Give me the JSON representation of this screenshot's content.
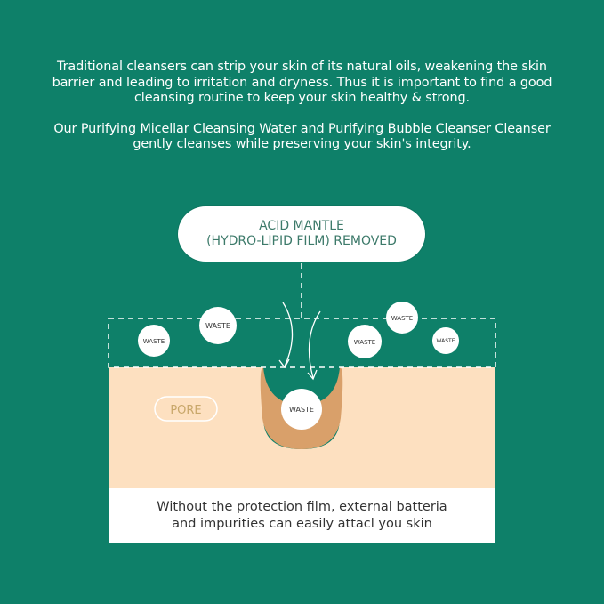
{
  "intro": {
    "paragraph1": "Traditional cleansers can strip your skin of its natural oils, weakening the skin barrier and leading to irritation and dryness. Thus it is important to find a good cleansing routine to keep your skin healthy & strong.",
    "paragraph2": "Our Purifying Micellar Cleansing Water and Purifying Bubble Cleanser Cleanser gently cleanses while preserving your skin's integrity."
  },
  "callout": {
    "line1": "ACID MANTLE",
    "line2": "(HYDRO-LIPID FILM) REMOVED"
  },
  "diagram": {
    "waste_label": "WASTE",
    "pore_label": "PORE"
  },
  "caption": {
    "line1": "Without the protection film, external batteria",
    "line2": "and impurities can easily attacl you skin"
  },
  "colors": {
    "background": "#0e8069",
    "skin": "#fde0c0",
    "pore_wall": "#d9a06a",
    "pore_label": "#c8a76a",
    "callout_text": "#3d7a6a",
    "white": "#ffffff"
  }
}
